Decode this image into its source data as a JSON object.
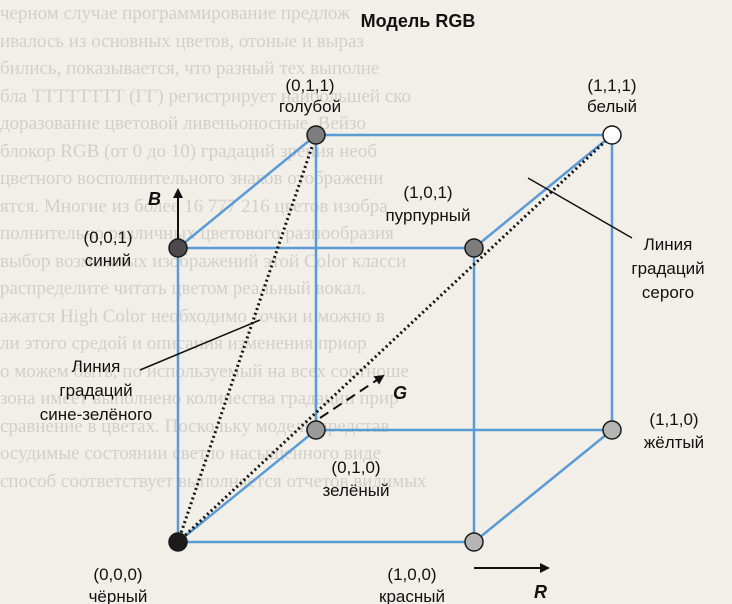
{
  "diagram": {
    "title": "Модель RGB",
    "vertices": {
      "black": {
        "coord": "(0,0,0)",
        "name": "чёрный"
      },
      "red": {
        "coord": "(1,0,0)",
        "name": "красный"
      },
      "blue": {
        "coord": "(0,0,1)",
        "name": "синий"
      },
      "green": {
        "coord": "(0,1,0)",
        "name": "зелёный"
      },
      "yellow": {
        "coord": "(1,1,0)",
        "name": "жёлтый"
      },
      "cyan": {
        "coord": "(0,1,1)",
        "name": "голубой"
      },
      "white": {
        "coord": "(1,1,1)",
        "name": "белый"
      },
      "magenta": {
        "coord": "(1,0,1)",
        "name": "пурпурный"
      }
    },
    "axes": {
      "b": "B",
      "g": "G",
      "r": "R"
    },
    "annotations": {
      "gray_line": [
        "Линия",
        "градаций",
        "серого"
      ],
      "blue_green_line": [
        "Линия",
        "градаций",
        "сине-зелёного"
      ]
    },
    "colors": {
      "cube_edges": "#5b9bd5",
      "black_vertex": "#1c1c1c",
      "dark_vertex": "#4a4a4a",
      "mid_vertex": "#7d7d7d",
      "light_vertex": "#b5b5b5",
      "white_vertex": "#ffffff"
    }
  }
}
